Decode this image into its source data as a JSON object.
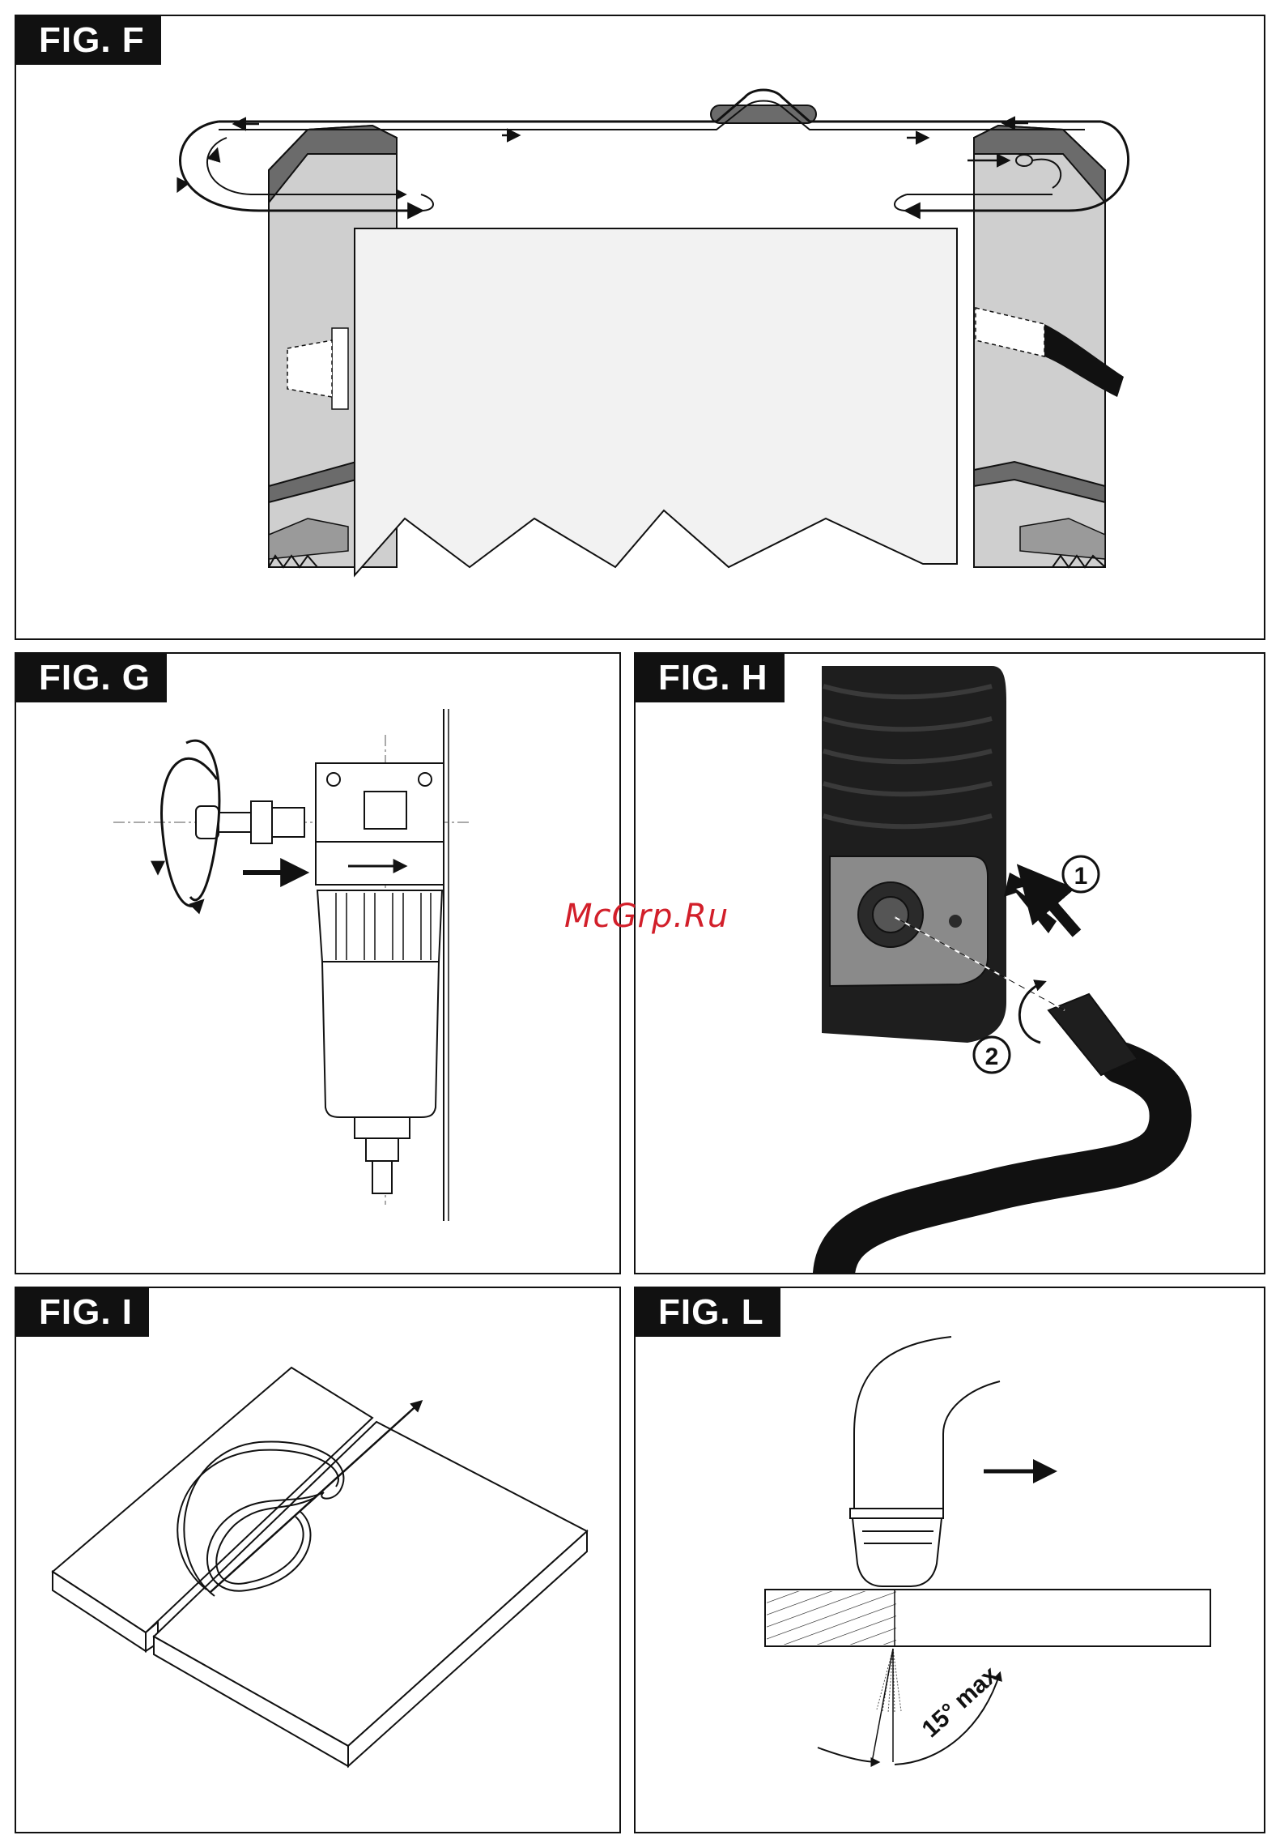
{
  "figures": {
    "f": {
      "label": "FIG. F"
    },
    "g": {
      "label": "FIG. G"
    },
    "h": {
      "label": "FIG. H",
      "callout_1": "1",
      "callout_2": "2"
    },
    "i": {
      "label": "FIG. I"
    },
    "l": {
      "label": "FIG. L",
      "angle_label": "15° max"
    }
  },
  "watermark": "McGrp.Ru",
  "colors": {
    "ink": "#111111",
    "panel_gray": "#cfcfcf",
    "dark_gray": "#6b6b6b",
    "machine_black": "#1e1e1e",
    "watermark_red": "#d21f2a"
  }
}
